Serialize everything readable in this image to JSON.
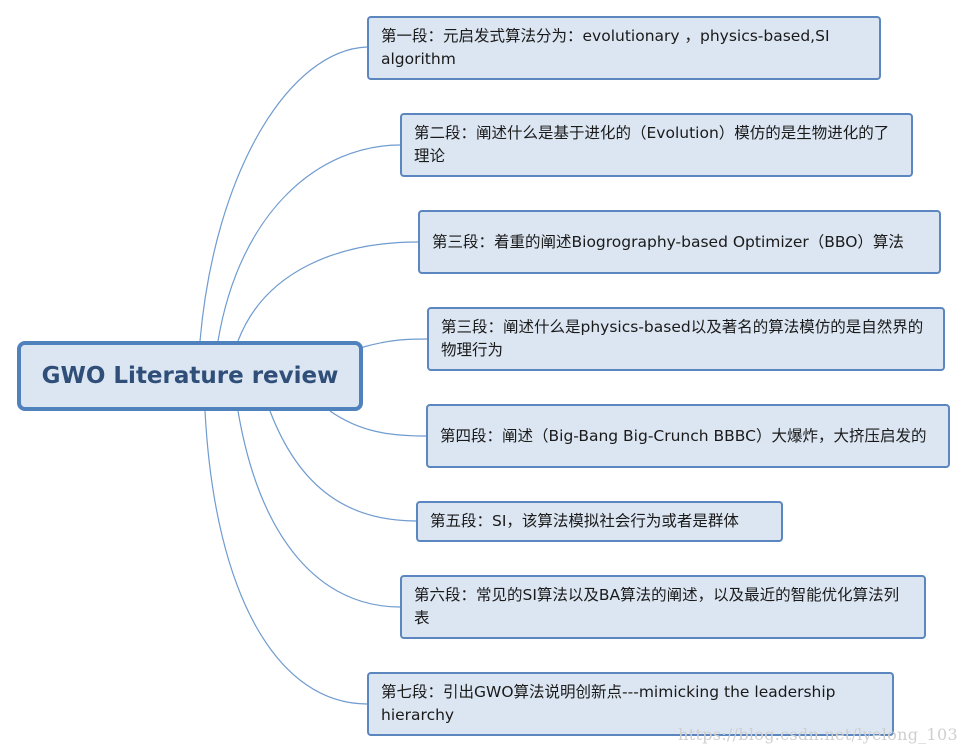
{
  "central_topic": "GWO Literature review",
  "branches": [
    {
      "text": "第一段：元启发式算法分为：evolutionary ，physics-based,SI algorithm"
    },
    {
      "text": "第二段：阐述什么是基于进化的（Evolution）模仿的是生物进化的了理论"
    },
    {
      "text": "第三段：着重的阐述Biogrography-based Optimizer（BBO）算法"
    },
    {
      "text": "第三段：阐述什么是physics-based以及著名的算法模仿的是自然界的物理行为"
    },
    {
      "text": "第四段：阐述（Big-Bang Big-Crunch  BBBC）大爆炸，大挤压启发的"
    },
    {
      "text": "第五段：SI，该算法模拟社会行为或者是群体"
    },
    {
      "text": "第六段：常见的SI算法以及BA算法的阐述，以及最近的智能优化算法列表"
    },
    {
      "text": "第七段：引出GWO算法说明创新点---mimicking the leadership hierarchy"
    }
  ],
  "watermark": "https://blog.csdn.net/lyelong_103",
  "colors": {
    "node_fill": "#dce6f2",
    "node_border": "#4f81bd",
    "connector": "#6f9bd0",
    "central_text": "#2f4f79"
  }
}
